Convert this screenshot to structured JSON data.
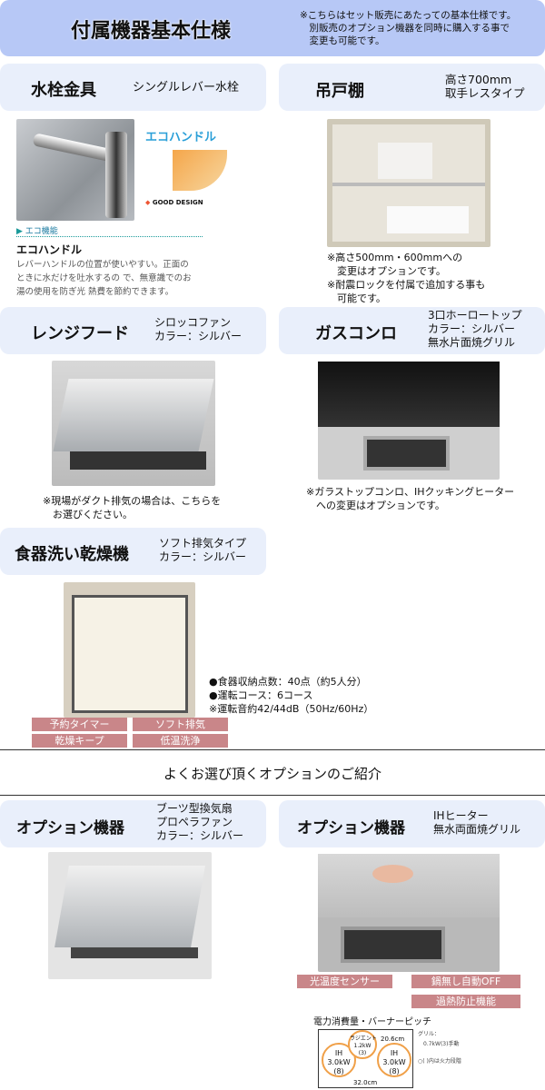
{
  "header": {
    "title": "付属機器基本仕様",
    "note": "※こちらはセット販売にあたっての基本仕様です。\n　別販売のオプション機器を同時に購入する事で\n　変更も可能です。"
  },
  "faucet": {
    "title": "水栓金具",
    "subtitle": "シングルレバー水栓",
    "eco_logo": "エコハンドル",
    "good_design": "GOOD DESIGN",
    "eco_label": "エコ機能",
    "eco_heading": "エコハンドル",
    "eco_text": "レバーハンドルの位置が使いやすい。正面の\nときに水だけを吐水するの で、無意識でのお\n湯の使用を防ぎ光 熱費を節約できます。"
  },
  "cabinet": {
    "title": "吊戸棚",
    "subtitle": "高さ700mm\n取手レスタイプ",
    "note": "※高さ500mm・600mmへの\n　変更はオプションです。\n※耐震ロックを付属で追加する事も\n　可能です。"
  },
  "hood": {
    "title": "レンジフード",
    "subtitle": "シロッコファン\nカラー：シルバー",
    "note": "※現場がダクト排気の場合は、こちらを\n　お選びください。"
  },
  "stove": {
    "title": "ガスコンロ",
    "subtitle": "3口ホーロートップ\nカラー：シルバー\n無水片面焼グリル",
    "note": "※ガラストップコンロ、IHクッキングヒーター\n　への変更はオプションです。"
  },
  "dishwasher": {
    "title": "食器洗い乾燥機",
    "subtitle": "ソフト排気タイプ\nカラー：シルバー",
    "specs": "●食器収納点数：40点（約5人分）\n●運転コース：6コース\n※運転音約42/44dB（50Hz/60Hz）",
    "tags": [
      "予約タイマー",
      "ソフト排気",
      "乾燥キープ",
      "低温洗浄"
    ]
  },
  "options_heading": "よくお選び頂くオプションのご紹介",
  "option_hood": {
    "title": "オプション機器",
    "subtitle": "ブーツ型換気扇\nプロペラファン\nカラー：シルバー"
  },
  "option_ih": {
    "title": "オプション機器",
    "subtitle": "IHヒーター\n無水両面焼グリル",
    "tags": [
      "光温度センサー",
      "鍋無し自動OFF",
      "過熱防止機能"
    ],
    "diagram": {
      "title": "電力消費量・バーナーピッチ",
      "left": "IH\n3.0kW\n(8)",
      "center": "ラジエント\n1.2kW\n(3)",
      "right": "IH\n3.0kW\n(8)",
      "pitch_diag": "20.6cm",
      "pitch_width": "32.0cm",
      "grill": "グリル：\n　0.7kW(3)手動",
      "legend": "○(  )内は火力段階"
    }
  },
  "colors": {
    "header_bg": "#b7c8f6",
    "box_bg": "#e9effb",
    "tag": "#c98689",
    "eco_teal": "#1a9a9a"
  }
}
